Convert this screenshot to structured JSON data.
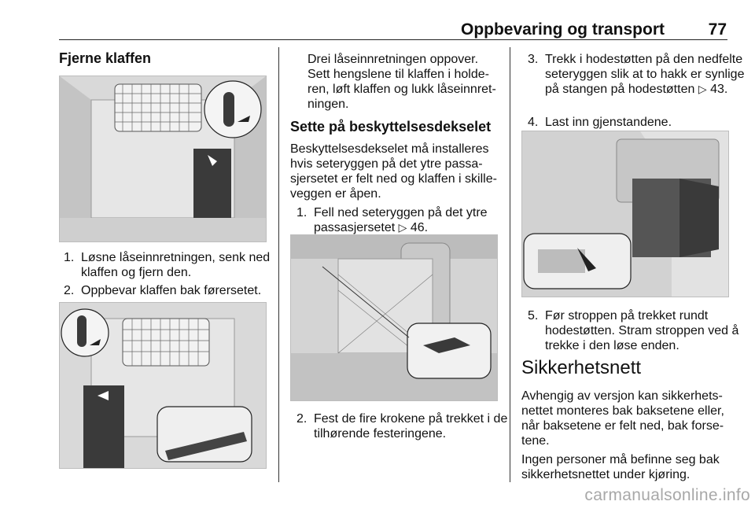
{
  "header": {
    "title": "Oppbevaring og transport",
    "page": "77"
  },
  "col1": {
    "heading": "Fjerne klaffen",
    "steps": [
      {
        "num": "1.",
        "text": "Løsne låseinnretningen, senk ned klaffen og fjern den."
      },
      {
        "num": "2.",
        "text": "Oppbevar klaffen bak førersetet."
      }
    ]
  },
  "col2": {
    "intro": "Drei låseinnretningen oppover. Sett hengslene til klaffen i holde­ren, løft klaffen og lukk låseinnret­ningen.",
    "heading": "Sette på beskyttelsesdekselet",
    "para": "Beskyttelsesdekselet må installeres hvis seteryggen på det ytre passa­sjersetet er felt ned og klaffen i skille­veggen er åpen.",
    "steps": [
      {
        "num": "1.",
        "text": "Fell ned seteryggen på det ytre passasjersetet",
        "ref_icon": "page-ref-arrow",
        "ref": "46."
      },
      {
        "num": "2.",
        "text": "Fest de fire krokene på trekket i de tilhørende festeringene."
      }
    ]
  },
  "col3": {
    "steps": [
      {
        "num": "3.",
        "text": "Trekk i hodestøtten på den nedfelte seteryggen slik at to hakk er synlige på stangen på hode­støtten",
        "ref_icon": "page-ref-arrow",
        "ref": "43."
      },
      {
        "num": "4.",
        "text": "Last inn gjenstandene."
      },
      {
        "num": "5.",
        "text": "Før stroppen på trekket rundt hodestøtten. Stram stroppen ved å trekke i den løse enden."
      }
    ],
    "section_heading": "Sikkerhetsnett",
    "para1": "Avhengig av versjon kan sikkerhets­nettet monteres bak baksetene eller, når baksetene er felt ned, bak forse­tene.",
    "para2": "Ingen personer må befinne seg bak sikkerhetsnettet under kjøring."
  },
  "footer": {
    "watermark": "carmanualsonline.info"
  }
}
